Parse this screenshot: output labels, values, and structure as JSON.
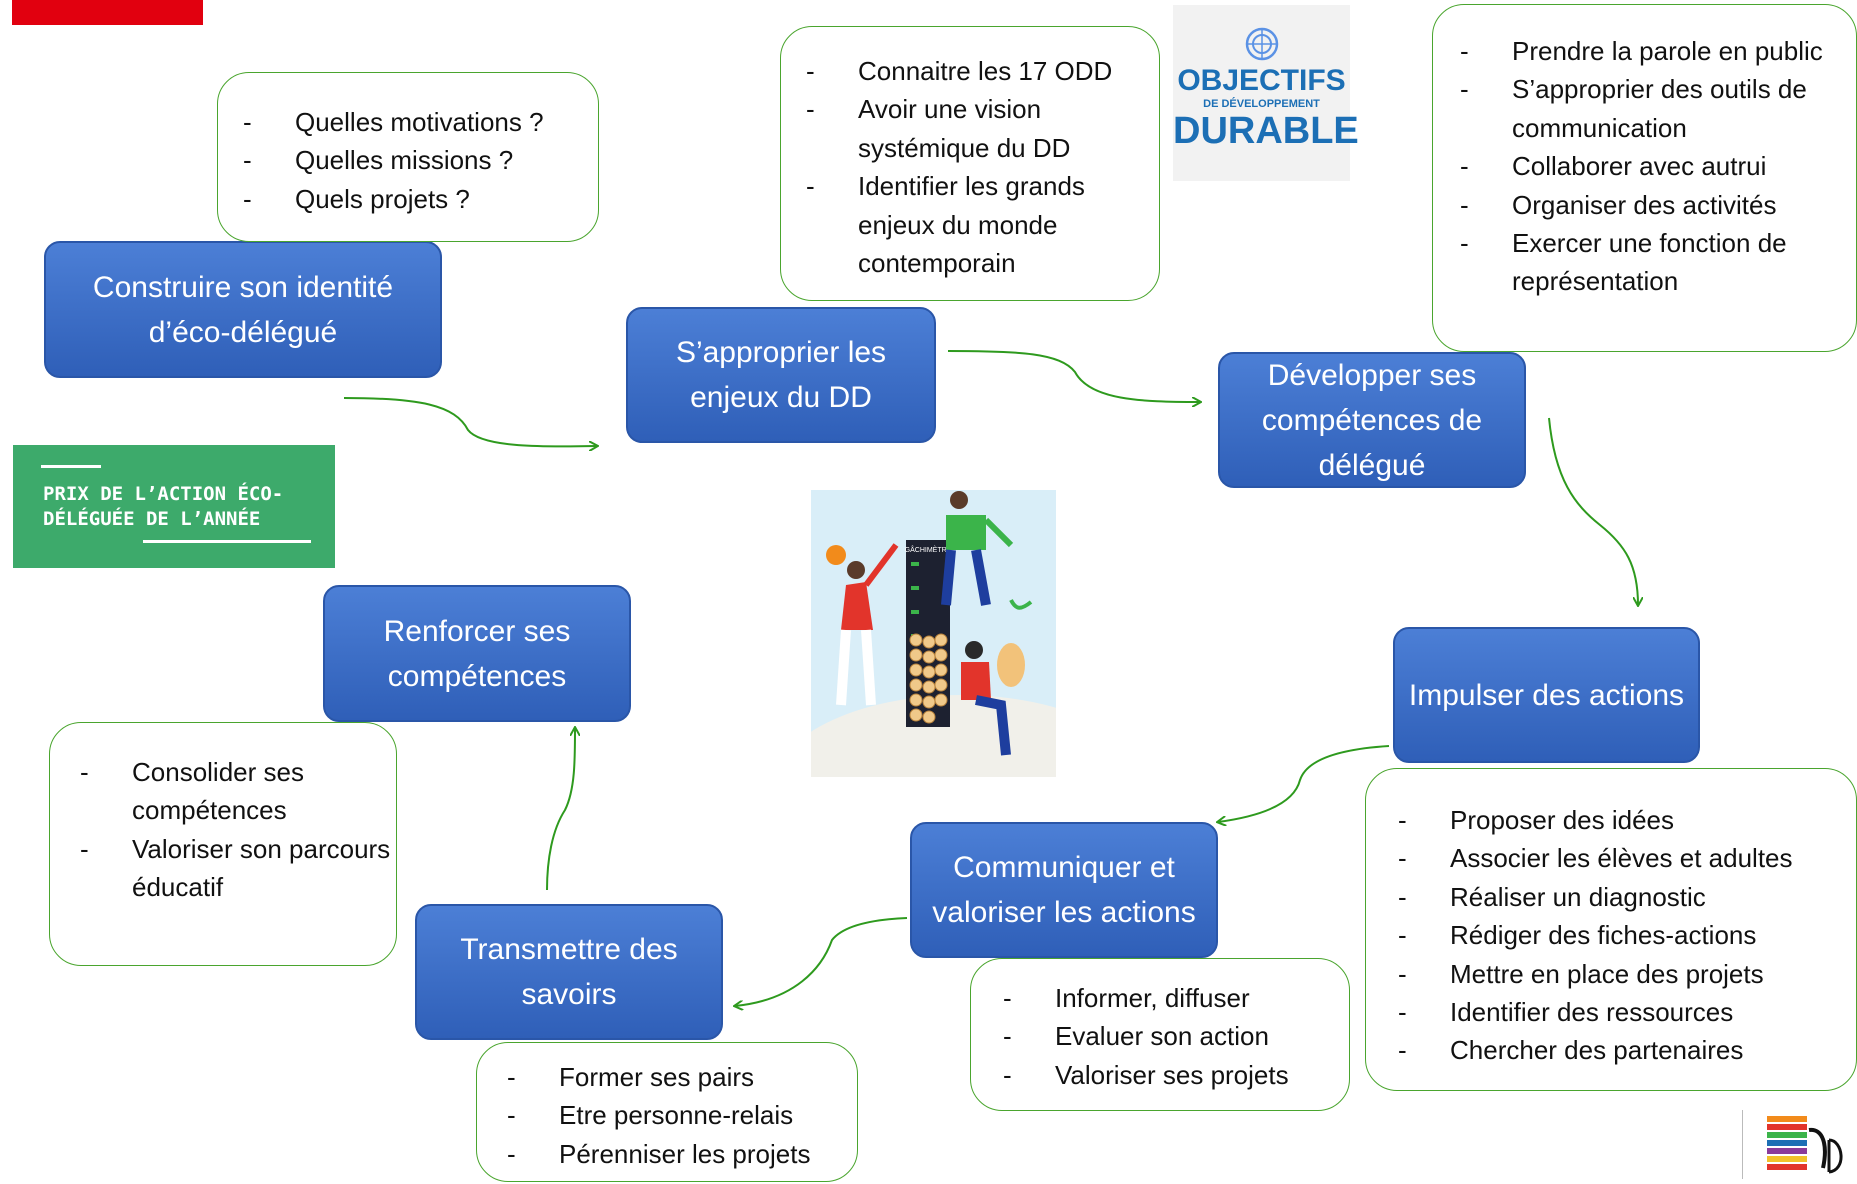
{
  "colors": {
    "step_fill": "#3a6cc8",
    "arrow": "#2e9a1e",
    "bubble_border": "#4aa52e",
    "prix_bg": "#3daa6b"
  },
  "steps": [
    {
      "id": "s1",
      "text": "Construire son identité d’éco-délégué"
    },
    {
      "id": "s2",
      "text": "S’approprier les enjeux du DD"
    },
    {
      "id": "s3",
      "text": "Développer ses compétences de délégué"
    },
    {
      "id": "s4",
      "text": "Impulser des actions"
    },
    {
      "id": "s5",
      "text": "Communiquer et valoriser les actions"
    },
    {
      "id": "s6",
      "text": "Transmettre des savoirs"
    },
    {
      "id": "s7",
      "text": "Renforcer ses compétences"
    }
  ],
  "bubbles": {
    "b1": [
      "Quelles motivations ?",
      "Quelles missions ?",
      "Quels projets ?"
    ],
    "b2": [
      "Connaitre les 17 ODD",
      "Avoir une vision systémique du DD",
      "Identifier les grands enjeux du monde contemporain"
    ],
    "b3": [
      "Prendre la parole en public",
      "S’approprier des outils de communication",
      "Collaborer avec autrui",
      "Organiser des activités",
      "Exercer une fonction de représentation"
    ],
    "b4": [
      "Proposer des idées",
      "Associer les élèves et adultes",
      "Réaliser un diagnostic",
      "Rédiger des fiches-actions",
      "Mettre en place des projets",
      "Identifier des ressources",
      "Chercher des partenaires"
    ],
    "b5": [
      "Informer, diffuser",
      "Evaluer son action",
      "Valoriser ses projets"
    ],
    "b6": [
      "Former ses pairs",
      "Etre personne-relais",
      "Pérenniser les projets"
    ],
    "b7": [
      "Consolider ses compétences",
      "Valoriser son parcours éducatif"
    ]
  },
  "logos": {
    "odd": {
      "line1": "OBJECTIFS",
      "line2": "DE DÉVELOPPEMENT",
      "line3": "DURABLE"
    },
    "prix": {
      "line1": "PRIX DE L’ACTION ÉCO-",
      "line2": "DÉLÉGUÉE DE L’ANNÉE"
    },
    "gaspi": {
      "label": "GÂCHIMÈTRE"
    }
  },
  "icons": [
    "un-emblem-icon",
    "gachimetre-illustration",
    "ministry-logo-icon",
    "cndp-logo-icon"
  ]
}
